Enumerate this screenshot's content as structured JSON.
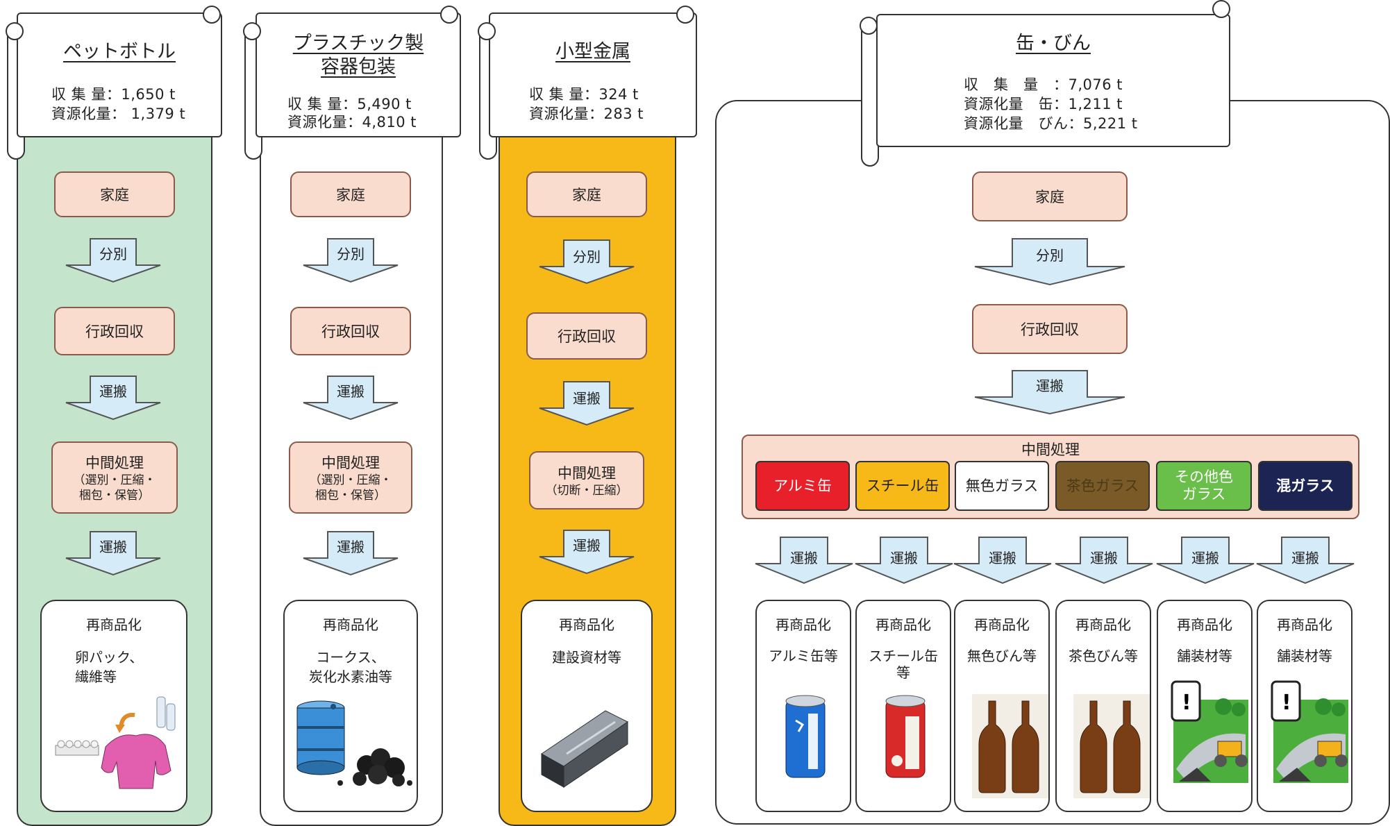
{
  "columns": [
    {
      "title": "ペットボトル",
      "stats": [
        "収 集 量：1,650 t",
        "資源化量： 1,379 t"
      ],
      "bg": "#c4e4cc",
      "household": "家庭",
      "sort": "分別",
      "collection": "行政回収",
      "transport1": "運搬",
      "intermediate": "中間処理",
      "intermediate_detail": "（選別・圧縮・\n梱包・保管）",
      "transport2": "運搬",
      "recommercialize": "再商品化",
      "products": "卵パック、\n繊維等"
    },
    {
      "title": "プラスチック製\n容器包装",
      "stats": [
        "収 集 量：5,490 t",
        "資源化量：4,810 t"
      ],
      "bg": "#ffffff",
      "household": "家庭",
      "sort": "分別",
      "collection": "行政回収",
      "transport1": "運搬",
      "intermediate": "中間処理",
      "intermediate_detail": "（選別・圧縮・\n梱包・保管）",
      "transport2": "運搬",
      "recommercialize": "再商品化",
      "products": "コークス、\n炭化水素油等"
    },
    {
      "title": "小型金属",
      "stats": [
        "収 集 量：324 t",
        "資源化量：283 t"
      ],
      "bg": "#f6b917",
      "household": "家庭",
      "sort": "分別",
      "collection": "行政回収",
      "transport1": "運搬",
      "intermediate": "中間処理",
      "intermediate_detail": "（切断・圧縮）",
      "transport2": "運搬",
      "recommercialize": "再商品化",
      "products": "建設資材等"
    }
  ],
  "cans_bottles": {
    "title": "缶・びん",
    "stats": [
      "収　集　量　：7,076 t",
      "資源化量　缶：1,211 t",
      "資源化量　びん：5,221 t"
    ],
    "household": "家庭",
    "sort": "分別",
    "collection": "行政回収",
    "transport": "運搬",
    "intermediate": "中間処理",
    "materials": [
      {
        "label": "アルミ缶",
        "bg": "#e8202a",
        "fg": "#ffffff"
      },
      {
        "label": "スチール缶",
        "bg": "#f6b917",
        "fg": "#222222"
      },
      {
        "label": "無色ガラス",
        "bg": "#ffffff",
        "fg": "#222222"
      },
      {
        "label": "茶色ガラス",
        "bg": "#7a5a26",
        "fg": "#4a3a1a"
      },
      {
        "label": "その他色\nガラス",
        "bg": "#6abf4b",
        "fg": "#ffffff"
      },
      {
        "label": "混ガラス",
        "bg": "#1b2452",
        "fg": "#ffffff"
      }
    ],
    "outputs": [
      {
        "transport": "運搬",
        "recommercialize": "再商品化",
        "product": "アルミ缶等"
      },
      {
        "transport": "運搬",
        "recommercialize": "再商品化",
        "product": "スチール缶\n等"
      },
      {
        "transport": "運搬",
        "recommercialize": "再商品化",
        "product": "無色びん等"
      },
      {
        "transport": "運搬",
        "recommercialize": "再商品化",
        "product": "茶色びん等"
      },
      {
        "transport": "運搬",
        "recommercialize": "再商品化",
        "product": "舗装材等"
      },
      {
        "transport": "運搬",
        "recommercialize": "再商品化",
        "product": "舗装材等"
      }
    ]
  },
  "colors": {
    "process_box": "#f9dccd",
    "arrow_fill": "#d6ebf8",
    "intermediate_panel": "#f9dccd"
  }
}
